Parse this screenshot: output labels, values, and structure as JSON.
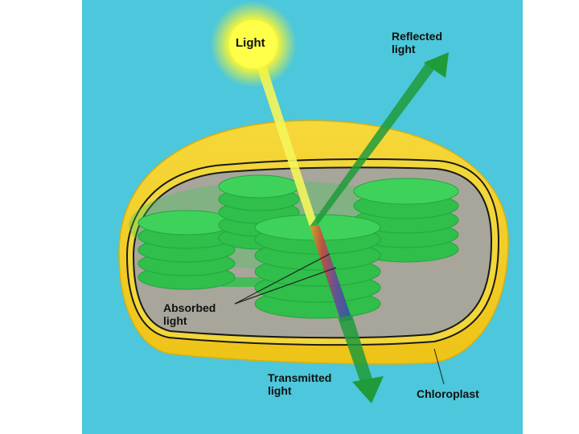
{
  "labels": {
    "light": "Light",
    "reflected": [
      "Reflected",
      "light"
    ],
    "absorbed": [
      "Absorbed",
      "light"
    ],
    "transmitted": [
      "Transmitted",
      "light"
    ],
    "chloroplast": "Chloroplast"
  },
  "colors": {
    "background": "#4cc7db",
    "outer_membrane": "#f2d21a",
    "inner_fill": "#a8a59b",
    "thylakoid_green": "#2fbf4a",
    "light_beam": "#fafa5a",
    "arrow_green": "#1f9b3a"
  }
}
